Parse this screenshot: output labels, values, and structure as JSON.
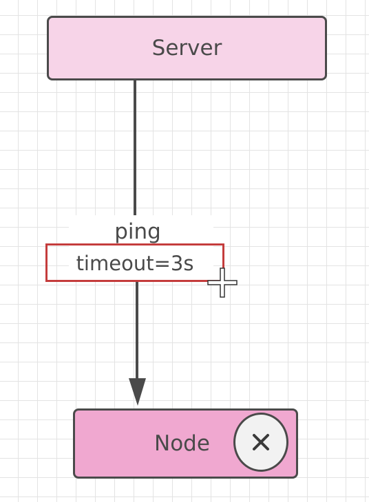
{
  "diagram": {
    "nodes": {
      "server": {
        "label": "Server",
        "fill": "#f7d4e8"
      },
      "node": {
        "label": "Node",
        "fill": "#f0a8d0"
      }
    },
    "edge": {
      "label_line1": "ping",
      "label_line2": "timeout=3s",
      "highlight_color": "#c43c3c",
      "direction": "server-to-node"
    },
    "node_badge": {
      "icon": "close-icon"
    },
    "cursor": {
      "icon": "crosshair-move-cursor"
    }
  }
}
